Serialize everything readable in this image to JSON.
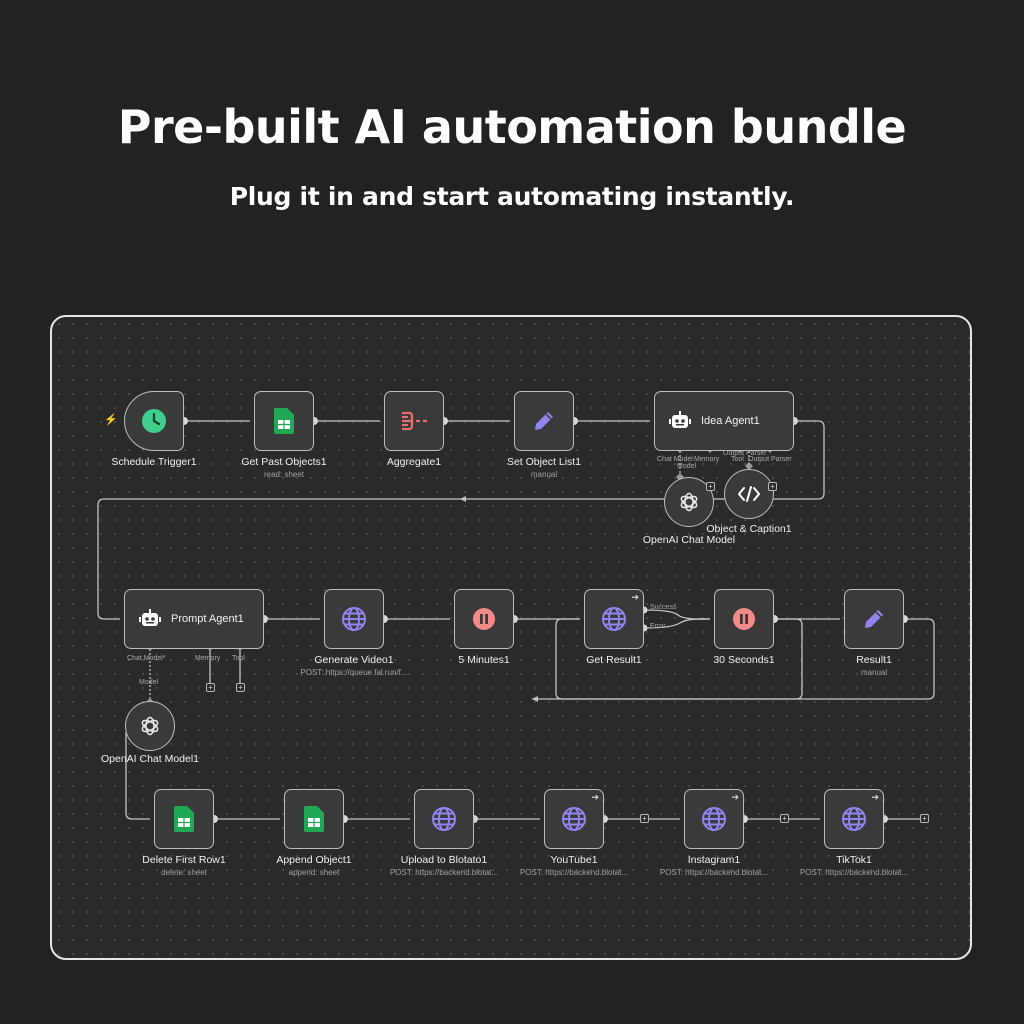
{
  "header": {
    "title": "Pre-built AI automation bundle",
    "subtitle": "Plug it in and start automating instantly."
  },
  "nodes": {
    "schedule_trigger": {
      "label": "Schedule Trigger1",
      "icon": "clock-icon"
    },
    "get_past_objects": {
      "label": "Get Past Objects1",
      "sub": "read: sheet",
      "icon": "google-sheets-icon"
    },
    "aggregate": {
      "label": "Aggregate1",
      "icon": "aggregate-icon"
    },
    "set_object_list": {
      "label": "Set Object List1",
      "sub": "manual",
      "icon": "pencil-icon"
    },
    "idea_agent": {
      "label": "Idea Agent1",
      "icon": "robot-icon",
      "ports": [
        "Chat Model",
        "Memory",
        "Tool",
        "Output Parser"
      ]
    },
    "openai_chat_model": {
      "label": "OpenAI Chat Model",
      "icon": "openai-icon"
    },
    "object_caption": {
      "label": "Object & Caption1",
      "icon": "code-icon"
    },
    "prompt_agent": {
      "label": "Prompt Agent1",
      "icon": "robot-icon",
      "ports": [
        "Chat Model*",
        "Memory",
        "Tool"
      ]
    },
    "generate_video": {
      "label": "Generate Video1",
      "sub": "POST: https://queue.fal.run/f...",
      "icon": "globe-icon"
    },
    "five_minutes": {
      "label": "5 Minutes1",
      "icon": "pause-icon"
    },
    "get_result": {
      "label": "Get Result1",
      "icon": "globe-icon",
      "outputs": [
        "Success",
        "Error"
      ]
    },
    "thirty_seconds": {
      "label": "30 Seconds1",
      "icon": "pause-icon"
    },
    "result": {
      "label": "Result1",
      "sub": "manual",
      "icon": "pencil-icon"
    },
    "openai_chat_model1": {
      "label": "OpenAI Chat Model1",
      "icon": "openai-icon"
    },
    "delete_first_row": {
      "label": "Delete First Row1",
      "sub": "delete: sheet",
      "icon": "google-sheets-icon"
    },
    "append_object": {
      "label": "Append Object1",
      "sub": "append: sheet",
      "icon": "google-sheets-icon"
    },
    "upload_blotato": {
      "label": "Upload to Blotato1",
      "sub": "POST: https://backend.blotat...",
      "icon": "globe-icon"
    },
    "youtube": {
      "label": "YouTube1",
      "sub": "POST: https://backend.blotat...",
      "icon": "globe-icon"
    },
    "instagram": {
      "label": "Instagram1",
      "sub": "POST: https://backend.blotat...",
      "icon": "globe-icon"
    },
    "tiktok": {
      "label": "TikTok1",
      "sub": "POST: https://backend.blotat...",
      "icon": "globe-icon"
    }
  },
  "port_labels": {
    "model": "Model"
  },
  "symbols": {
    "plus": "+"
  },
  "colors": {
    "background": "#222222",
    "canvas": "#2a2a2a",
    "node": "#3a3a3a",
    "clock_green": "#3ecf8e",
    "sheets_green": "#22a855",
    "aggregate_red": "#e46f6f",
    "pencil_purple": "#8f85f0",
    "globe_purple": "#8f85f0",
    "pause_red": "#f28a8a"
  }
}
